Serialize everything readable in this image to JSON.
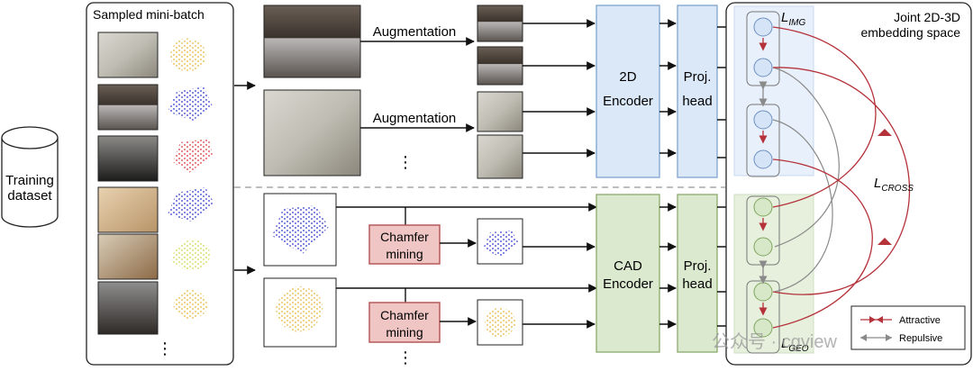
{
  "dataset": {
    "label_line1": "Training",
    "label_line2": "dataset"
  },
  "minibatch": {
    "title": "Sampled mini-batch",
    "ellipsis": "⋮"
  },
  "image_branch": {
    "augmentation_top": "Augmentation",
    "augmentation_bottom": "Augmentation",
    "ellipsis": "⋮",
    "encoder_line1": "2D",
    "encoder_line2": "Encoder",
    "head_line1": "Proj.",
    "head_line2": "head"
  },
  "cad_branch": {
    "chamfer_top_line1": "Chamfer",
    "chamfer_top_line2": "mining",
    "chamfer_bottom_line1": "Chamfer",
    "chamfer_bottom_line2": "mining",
    "ellipsis": "⋮",
    "encoder_line1": "CAD",
    "encoder_line2": "Encoder",
    "head_line1": "Proj.",
    "head_line2": "head"
  },
  "embedding": {
    "title_line1": "Joint 2D-3D",
    "title_line2": "embedding space",
    "l_img_base": "L",
    "l_img_sub": "IMG",
    "l_cross_base": "L",
    "l_cross_sub": "CROSS",
    "l_geo_base": "L",
    "l_geo_sub": "GEO"
  },
  "legend": {
    "attractive": "Attractive",
    "repulsive": "Repulsive"
  },
  "watermark": "公众号 · cgview",
  "colors": {
    "encoder2d_fill": "#dbe8f8",
    "encoder2d_stroke": "#7fa3d0",
    "cad_fill": "#dbe9cf",
    "cad_stroke": "#8aaa6c",
    "chamfer_fill": "#efc6c4",
    "chamfer_stroke": "#b55b5b",
    "attractive": "#b5323a",
    "repulsive": "#8a8a8a",
    "pointcloud_red": "#d8323a",
    "pointcloud_blue": "#2a35c8",
    "pointcloud_yellow": "#e6b43a",
    "pointcloud_lime": "#cfd84a"
  }
}
